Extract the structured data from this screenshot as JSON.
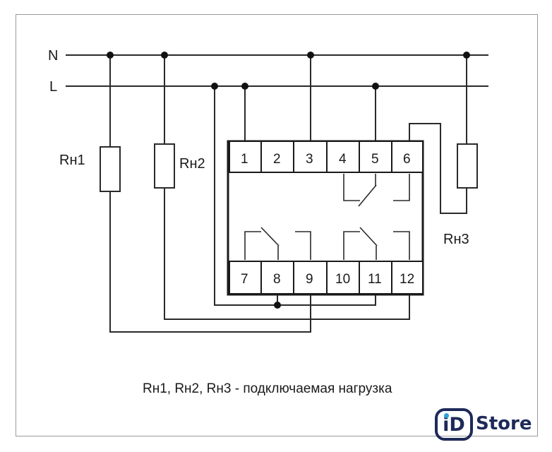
{
  "labels": {
    "n": "N",
    "l": "L",
    "rh1": "Rн1",
    "rh2": "Rн2",
    "rh3": "Rн3",
    "caption": "Rн1, Rн2, Rн3 - подключаемая нагрузка"
  },
  "top_pins": [
    "1",
    "2",
    "3",
    "4",
    "5",
    "6"
  ],
  "bottom_pins": [
    "7",
    "8",
    "9",
    "10",
    "11",
    "12"
  ],
  "logo": {
    "id_letter_i": "i",
    "id_letter_d": "D",
    "store": "Store"
  },
  "colors": {
    "line": "#2a2a2a",
    "logo_navy": "#1d2a59",
    "logo_blue": "#2ea3d8"
  }
}
